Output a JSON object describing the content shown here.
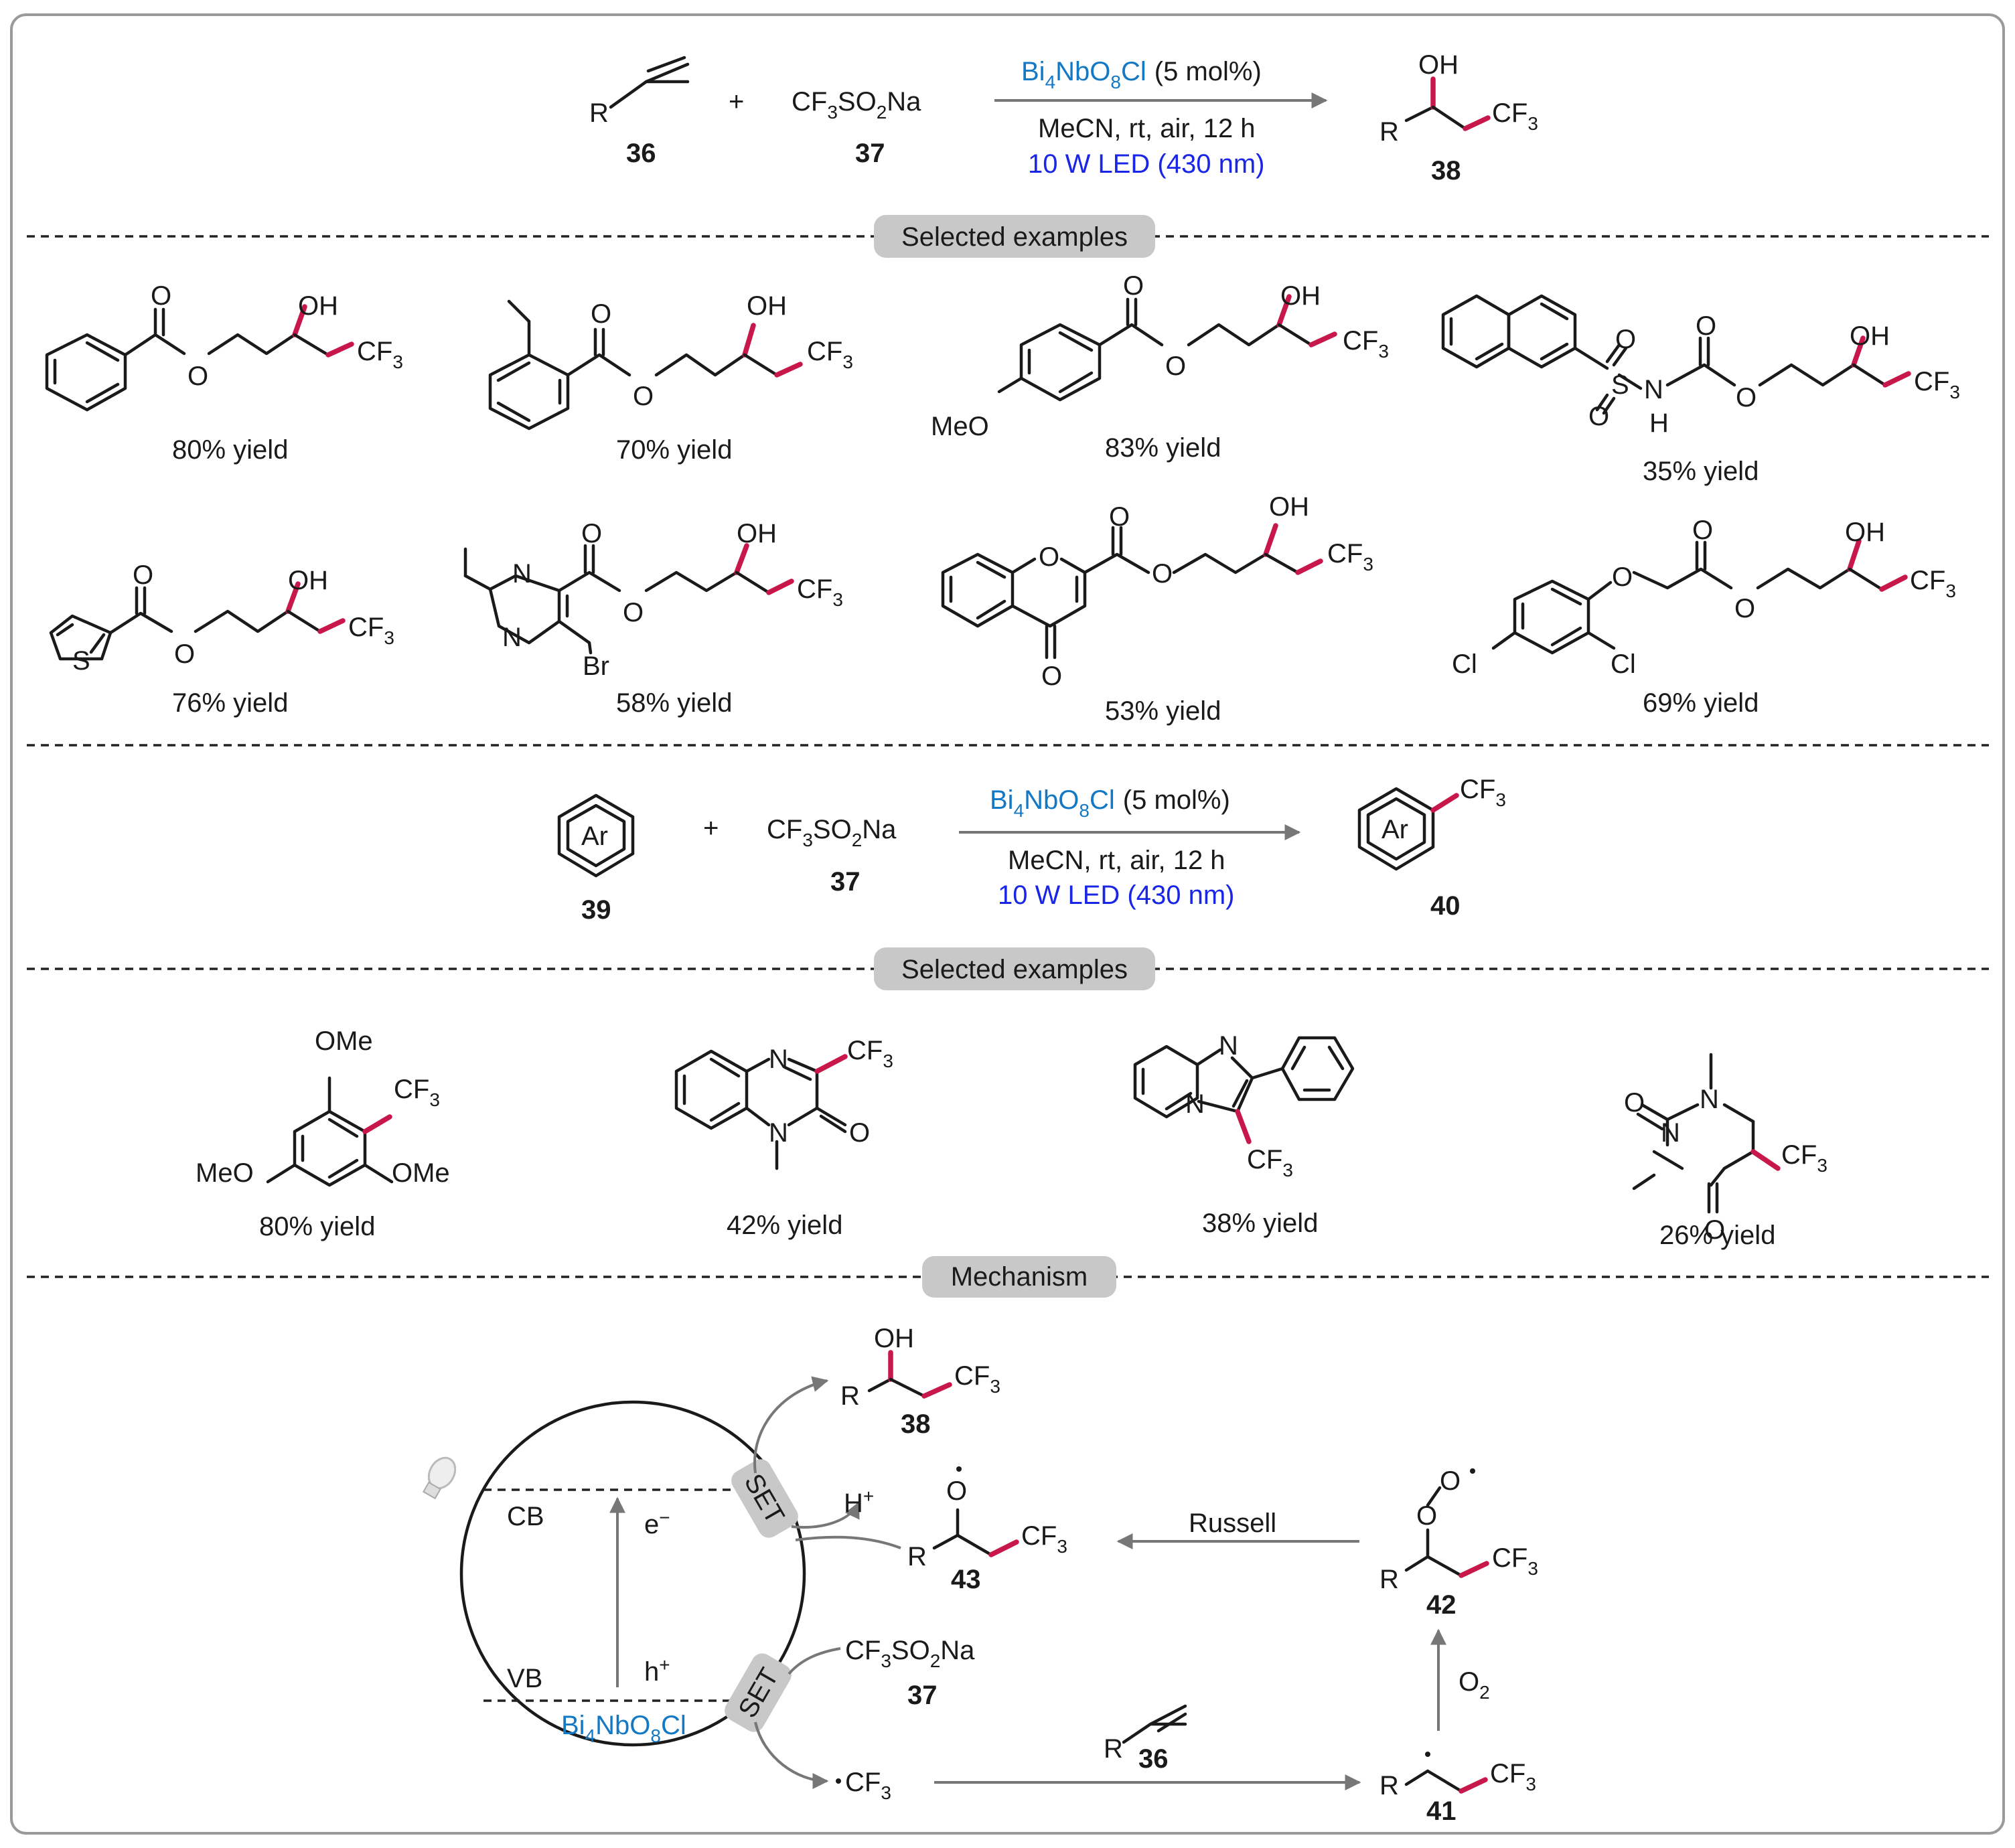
{
  "colors": {
    "bond": "#1a1a1a",
    "new_bond": "#c8174b",
    "catalyst": "#1479c4",
    "light": "#1a26e6",
    "pill": "#c8c8c8",
    "arrow": "#777777"
  },
  "reaction1": {
    "alkene": {
      "r": "R",
      "num": "36"
    },
    "plus": "+",
    "reagent": {
      "a": "CF",
      "b": "3",
      "c": "SO",
      "d": "2",
      "e": "Na",
      "num": "37"
    },
    "cat": {
      "a": "Bi",
      "b": "4",
      "c": "NbO",
      "d": "8",
      "e": "Cl",
      "f": "(5 mol%)"
    },
    "cond": "MeCN, rt, air, 12 h",
    "light": "10 W LED (430 nm)",
    "product": {
      "oh": "OH",
      "r": "R",
      "cf": "CF",
      "three": "3",
      "num": "38"
    }
  },
  "section1_label": "Selected examples",
  "examples1": [
    {
      "yield": "80% yield"
    },
    {
      "yield": "70% yield"
    },
    {
      "yield": "83% yield",
      "meo": "MeO"
    },
    {
      "yield": "35% yield",
      "s": "S",
      "nh_n": "N",
      "nh_h": "H"
    },
    {
      "yield": "76% yield",
      "s": "S"
    },
    {
      "yield": "58% yield",
      "n": "N",
      "br": "Br"
    },
    {
      "yield": "53% yield"
    },
    {
      "yield": "69% yield",
      "cl": "Cl"
    }
  ],
  "atoms": {
    "o": "O",
    "oh": "OH",
    "cf": "CF",
    "three": "3",
    "ome": "OMe",
    "meo": "MeO",
    "n": "N",
    "ar": "Ar"
  },
  "reaction2": {
    "substrate": {
      "ar": "Ar",
      "num": "39"
    },
    "plus": "+",
    "reagent_num": "37",
    "cond": "MeCN, rt, air, 12 h",
    "light": "10 W LED (430 nm)",
    "product_num": "40"
  },
  "section2_label": "Selected examples",
  "examples2": [
    {
      "yield": "80% yield"
    },
    {
      "yield": "42% yield"
    },
    {
      "yield": "38% yield"
    },
    {
      "yield": "26% yield"
    }
  ],
  "section3_label": "Mechanism",
  "mechanism": {
    "cb": "CB",
    "vb": "VB",
    "e": "e",
    "e_sign": "−",
    "h": "h",
    "h_sign": "+",
    "set": "SET",
    "hplus": "H",
    "hplus_sign": "+",
    "russell": "Russell",
    "o2": "O",
    "o2_sub": "2",
    "num38": "38",
    "num43": "43",
    "num42": "42",
    "num37": "37",
    "num36": "36",
    "num41": "41",
    "cf3_radical": "CF"
  },
  "icons": [
    "light-bulb-icon"
  ]
}
